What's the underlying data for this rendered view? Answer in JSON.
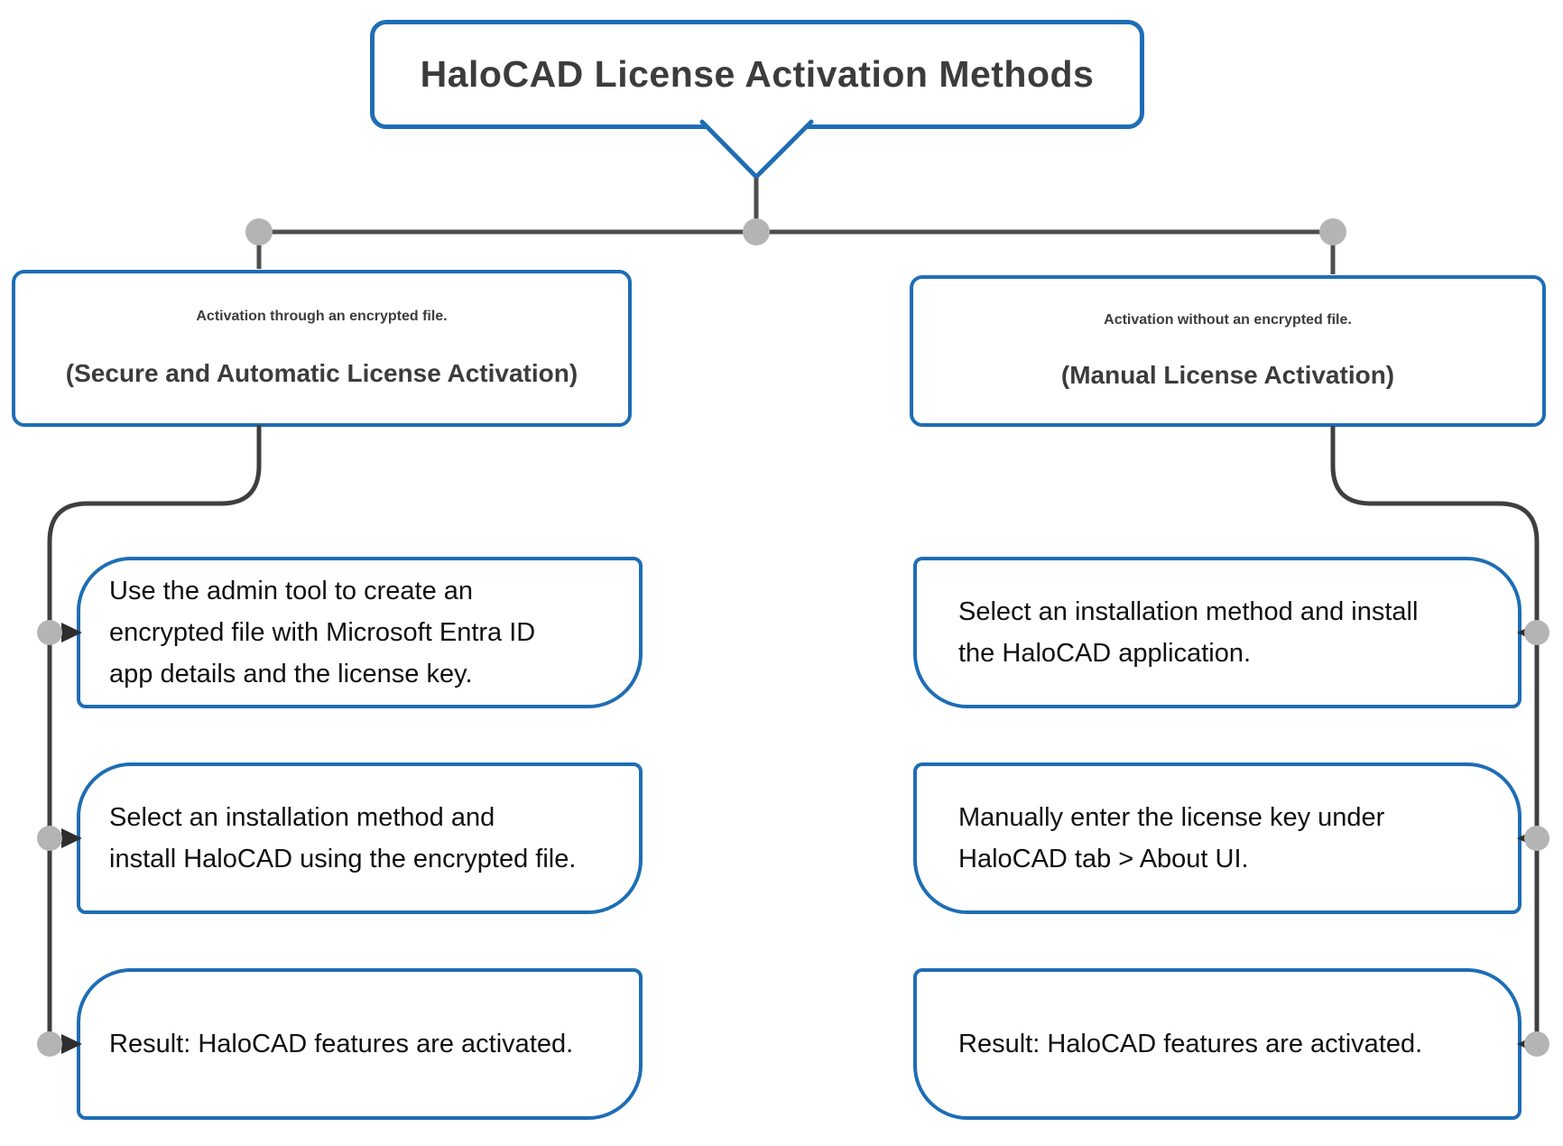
{
  "diagram": {
    "title": "HaloCAD License Activation Methods",
    "branches": [
      {
        "heading": "Activation through an encrypted file.",
        "subheading": "(Secure and Automatic License Activation)",
        "steps": [
          {
            "lines": [
              "Use the admin tool to create an",
              "encrypted file with Microsoft Entra ID",
              "app details and the license key."
            ]
          },
          {
            "lines": [
              "Select an installation method and",
              "install HaloCAD using the encrypted file."
            ]
          },
          {
            "lines": [
              "Result: HaloCAD features are activated."
            ]
          }
        ]
      },
      {
        "heading": "Activation without an encrypted file.",
        "subheading": "(Manual License Activation)",
        "steps": [
          {
            "lines": [
              "Select an installation method and install",
              "the HaloCAD application."
            ]
          },
          {
            "lines": [
              "Manually enter the license key under",
              "HaloCAD tab > About UI."
            ]
          },
          {
            "lines": [
              "Result: HaloCAD features are activated."
            ]
          }
        ]
      }
    ],
    "colors": {
      "accent": "#1e6db5",
      "heading_text": "#3c3c3c",
      "step_text": "#101010",
      "connector": "#3f3f3f",
      "rail": "#4f4f4f",
      "node_dot": "#b4b4b4",
      "arrow": "#2e2e2e"
    }
  }
}
